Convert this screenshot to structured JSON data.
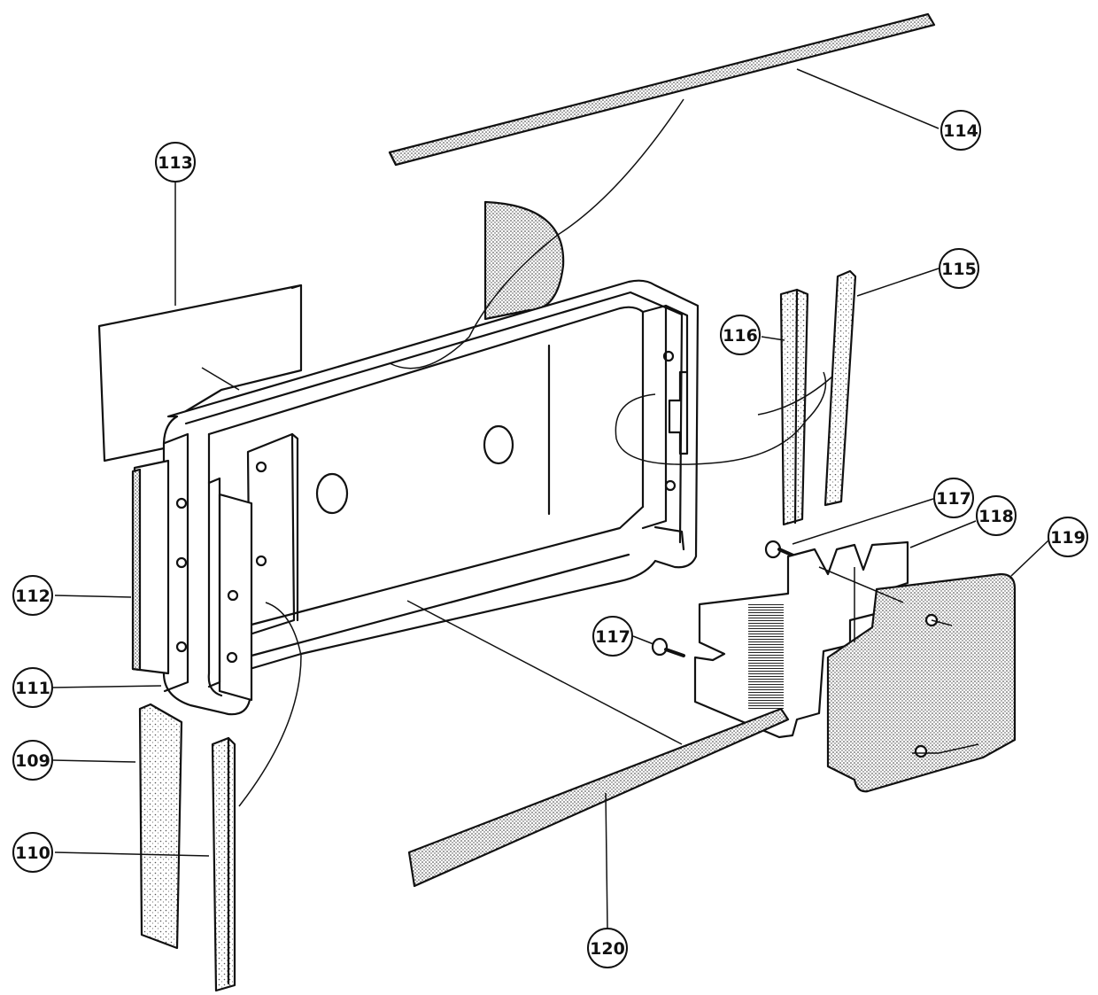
{
  "diagram": {
    "line_color": "#111111",
    "background": "#ffffff",
    "stipple_color": "#6b6b6b",
    "callouts": [
      {
        "id": "109",
        "label": "109"
      },
      {
        "id": "110",
        "label": "110"
      },
      {
        "id": "111",
        "label": "111"
      },
      {
        "id": "112",
        "label": "112"
      },
      {
        "id": "113",
        "label": "113"
      },
      {
        "id": "114",
        "label": "114"
      },
      {
        "id": "115",
        "label": "115"
      },
      {
        "id": "116",
        "label": "116"
      },
      {
        "id": "117a",
        "label": "117"
      },
      {
        "id": "117b",
        "label": "117"
      },
      {
        "id": "118",
        "label": "118"
      },
      {
        "id": "119",
        "label": "119"
      },
      {
        "id": "120",
        "label": "120"
      }
    ]
  }
}
